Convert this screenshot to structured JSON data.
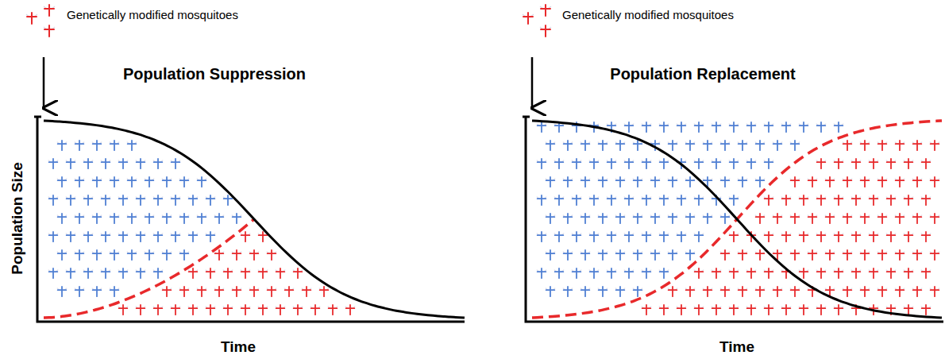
{
  "diagram": {
    "labels": [
      "Population Suppression",
      "Population Size",
      "Time",
      "Population Replacement",
      "Time"
    ],
    "legend": [
      {
        "text": "Genetically modified mosquitoes"
      },
      {
        "text": "Genetically modified mosquitoes"
      }
    ]
  }
}
